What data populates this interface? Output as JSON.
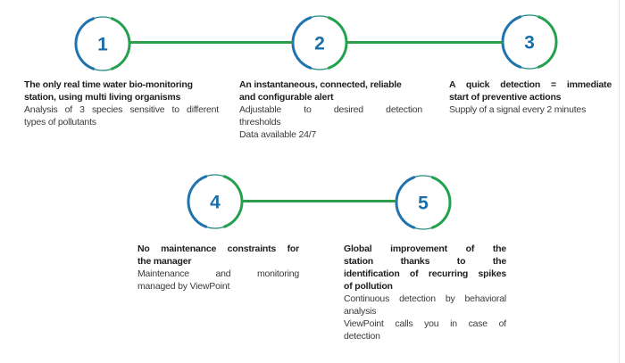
{
  "colors": {
    "circle_blue": "#2173ad",
    "circle_green": "#23a14e",
    "connector_green": "#2f9e4c",
    "number_blue": "#1b6fa9",
    "title_text": "#1e1e1e",
    "body_text": "#3a3a3a",
    "edge_line": "#e9e6b4",
    "background": "#ffffff"
  },
  "steps": [
    {
      "number": "1",
      "title_lines": [
        "The only real time water bio-monitoring",
        "station, using multi living organisms"
      ],
      "body_lines": [
        "Analysis of 3 species sensitive to different",
        "types of pollutants"
      ]
    },
    {
      "number": "2",
      "title_lines": [
        "An instantaneous, connected, reliable",
        "and configurable alert"
      ],
      "body_lines": [
        "Adjustable to desired detection",
        "thresholds",
        "Data available 24/7"
      ]
    },
    {
      "number": "3",
      "title_lines": [
        "A quick detection = immediate",
        "start of preventive actions"
      ],
      "body_lines": [
        "Supply of a signal every 2 minutes"
      ]
    },
    {
      "number": "4",
      "title_lines": [
        "No maintenance constraints for",
        "the manager"
      ],
      "body_lines": [
        "Maintenance and monitoring",
        "managed by ViewPoint"
      ]
    },
    {
      "number": "5",
      "title_lines": [
        "Global improvement of the",
        "station thanks to the",
        "identification of recurring spikes",
        "of pollution"
      ],
      "body_lines": [
        "Continuous detection by behavioral",
        "analysis",
        "ViewPoint calls you in case of",
        "detection"
      ]
    }
  ]
}
